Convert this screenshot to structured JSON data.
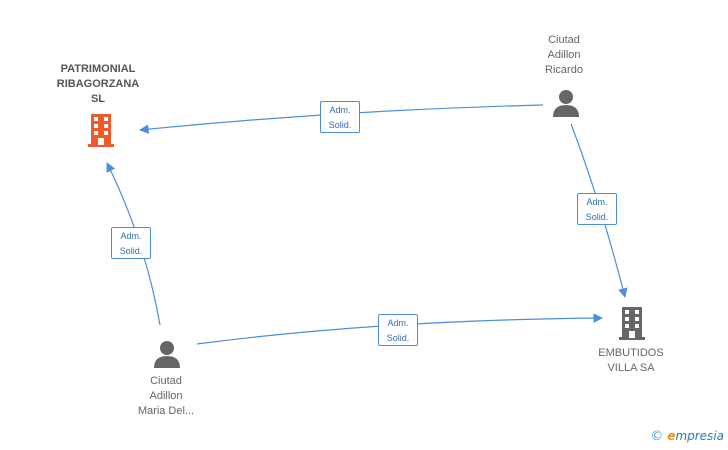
{
  "nodes": {
    "patrimonial": {
      "lines": [
        "PATRIMONIAL",
        "RIBAGORZANA",
        "SL"
      ],
      "type": "company",
      "color": "#f15a2b"
    },
    "ricardo": {
      "lines": [
        "Ciutad",
        "Adillon",
        "Ricardo"
      ],
      "type": "person",
      "color": "#666666"
    },
    "maria": {
      "lines": [
        "Ciutad",
        "Adillon",
        "Maria Del..."
      ],
      "type": "person",
      "color": "#666666"
    },
    "embutidos": {
      "lines": [
        "EMBUTIDOS",
        "VILLA SA"
      ],
      "type": "company",
      "color": "#666666"
    }
  },
  "edges": {
    "ricardo_patrimonial": {
      "lines": [
        "Adm.",
        "Solid."
      ]
    },
    "maria_patrimonial": {
      "lines": [
        "Adm.",
        "Solid."
      ]
    },
    "ricardo_embutidos": {
      "lines": [
        "Adm.",
        "Solid."
      ]
    },
    "maria_embutidos": {
      "lines": [
        "Adm.",
        "Solid."
      ]
    }
  },
  "colors": {
    "edge": "#4a8fd8",
    "accent": "#f15a2b"
  },
  "footer": {
    "copyright": "©",
    "brand_e": "e",
    "brand_rest": "mpresia"
  }
}
